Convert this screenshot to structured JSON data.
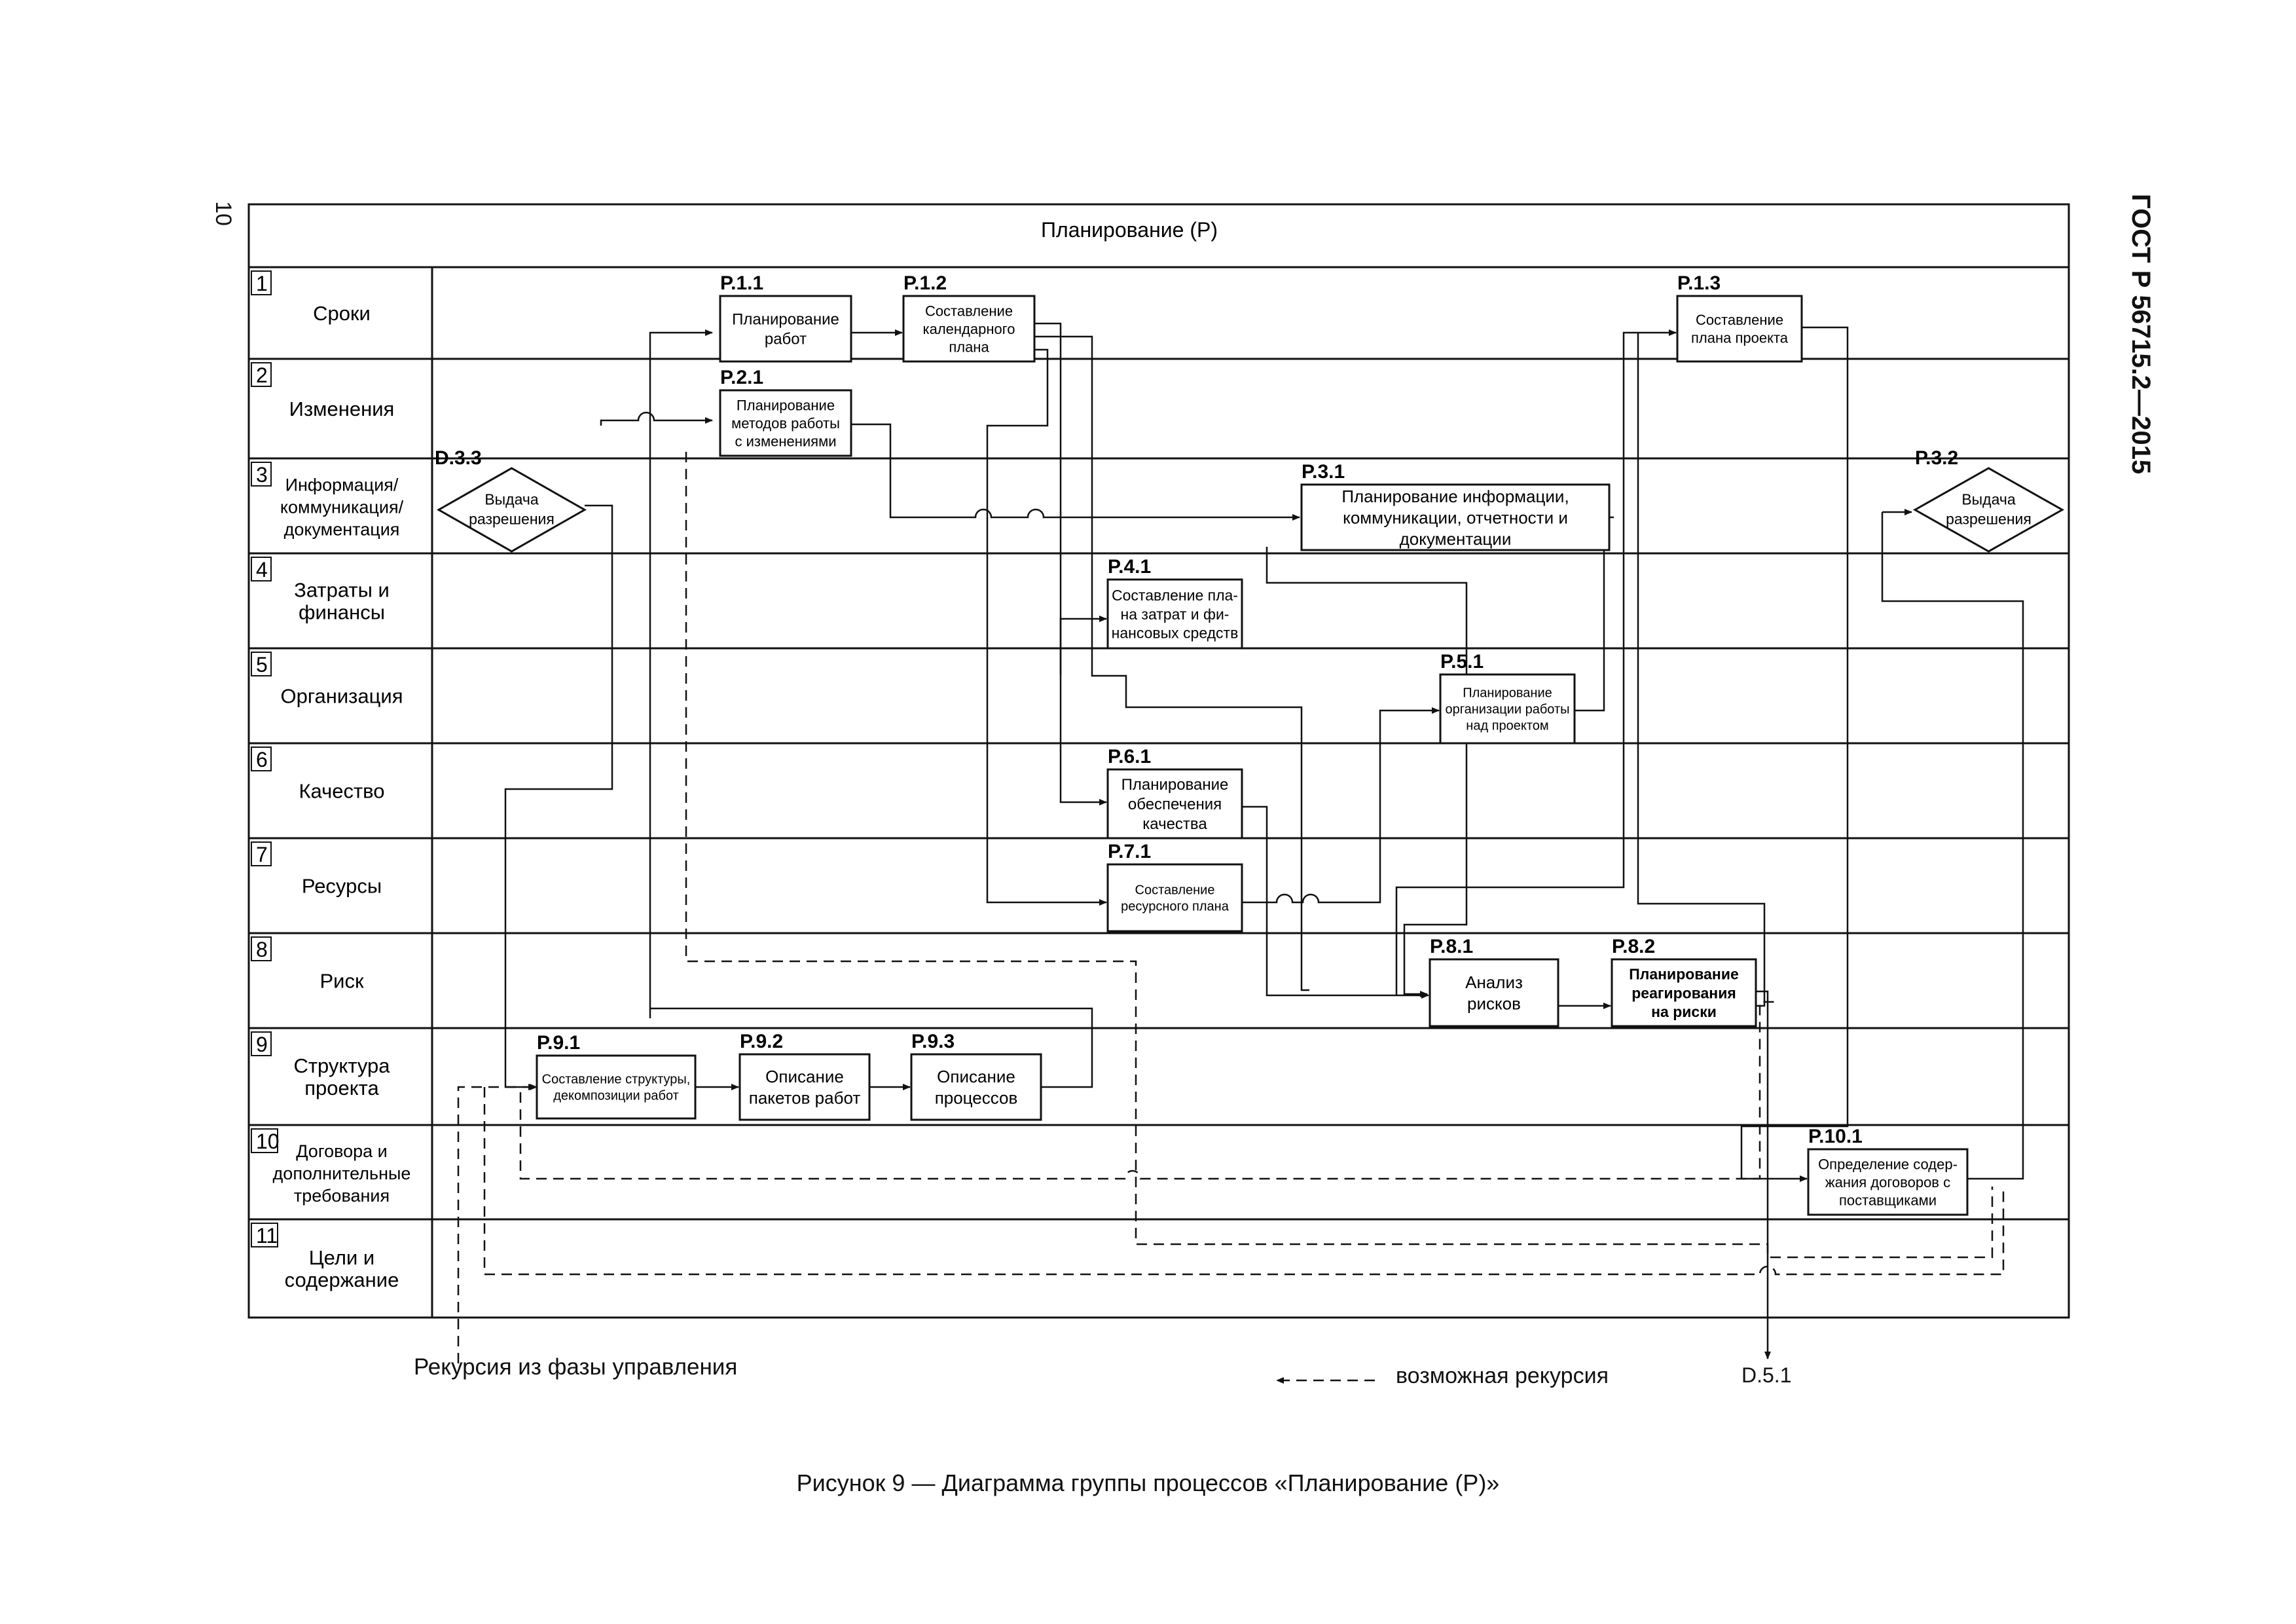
{
  "page_number": "10",
  "document_code": "ГОСТ Р 56715.2—2015",
  "diagram_title": "Планирование (P)",
  "lanes": [
    {
      "num": "1",
      "label": [
        "Сроки"
      ]
    },
    {
      "num": "2",
      "label": [
        "Изменения"
      ]
    },
    {
      "num": "3",
      "label": [
        "Информация/",
        "коммуникация/",
        "документация"
      ]
    },
    {
      "num": "4",
      "label": [
        "Затраты и",
        "финансы"
      ]
    },
    {
      "num": "5",
      "label": [
        "Организация"
      ]
    },
    {
      "num": "6",
      "label": [
        "Качество"
      ]
    },
    {
      "num": "7",
      "label": [
        "Ресурсы"
      ]
    },
    {
      "num": "8",
      "label": [
        "Риск"
      ]
    },
    {
      "num": "9",
      "label": [
        "Структура",
        "проекта"
      ]
    },
    {
      "num": "10",
      "label": [
        "Договора и",
        "дополнительные",
        "требования"
      ]
    },
    {
      "num": "11",
      "label": [
        "Цели и",
        "содержание"
      ]
    }
  ],
  "processes": [
    {
      "id": "P.1.1",
      "text": [
        "Планирование",
        "работ"
      ]
    },
    {
      "id": "P.1.2",
      "text": [
        "Составление",
        "календарного",
        "плана"
      ]
    },
    {
      "id": "P.1.3",
      "text": [
        "Составление",
        "плана проекта"
      ]
    },
    {
      "id": "P.2.1",
      "text": [
        "Планирование",
        "методов работы",
        "с изменениями"
      ]
    },
    {
      "id": "P.3.1",
      "text": [
        "Планирование информации,",
        "коммуникации, отчетности и",
        "документации"
      ]
    },
    {
      "id": "P.4.1",
      "text": [
        "Составление пла-",
        "на затрат и фи-",
        "нансовых средств"
      ]
    },
    {
      "id": "P.5.1",
      "text": [
        "Планирование",
        "организации работы",
        "над проектом"
      ]
    },
    {
      "id": "P.6.1",
      "text": [
        "Планирование",
        "обеспечения",
        "качества"
      ]
    },
    {
      "id": "P.7.1",
      "text": [
        "Составление",
        "ресурсного плана"
      ]
    },
    {
      "id": "P.8.1",
      "text": [
        "Анализ",
        "рисков"
      ]
    },
    {
      "id": "P.8.2",
      "text": [
        "Планирование",
        "реагирования",
        "на риски"
      ]
    },
    {
      "id": "P.9.1",
      "text": [
        "Составление структуры,",
        "декомпозиции работ"
      ]
    },
    {
      "id": "P.9.2",
      "text": [
        "Описание",
        "пакетов работ"
      ]
    },
    {
      "id": "P.9.3",
      "text": [
        "Описание",
        "процессов"
      ]
    },
    {
      "id": "P.10.1",
      "text": [
        "Определение содер-",
        "жания договоров с",
        "поставщиками"
      ]
    }
  ],
  "decisions": [
    {
      "id": "D.3.3",
      "text": [
        "Выдача",
        "разрешения"
      ]
    },
    {
      "id": "P.3.2",
      "text": [
        "Выдача",
        "разрешения"
      ]
    }
  ],
  "legend": {
    "recursion_from_control": "Рекурсия из фазы управления",
    "possible_recursion": "возможная рекурсия",
    "exit_ref": "D.5.1"
  },
  "caption": "Рисунок 9 — Диаграмма группы процессов «Планирование (P)»"
}
